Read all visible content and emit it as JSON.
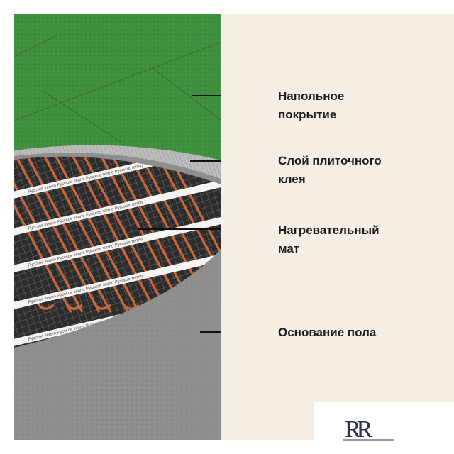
{
  "callouts": [
    {
      "id": "floor-covering",
      "lines": [
        "Напольное",
        "покрытие"
      ]
    },
    {
      "id": "tile-adhesive",
      "lines": [
        "Слой плиточного",
        "клея"
      ]
    },
    {
      "id": "heating-mat",
      "lines": [
        "Нагревательный",
        "мат"
      ]
    },
    {
      "id": "floor-base",
      "lines": [
        "Основание пола"
      ]
    }
  ],
  "tape_text": "Русское тепло",
  "logo": {
    "letters": "RR"
  },
  "colors": {
    "panel": "#f5eee4",
    "tile": "#3f8f3f",
    "adhesive": "#b9b9b9",
    "mesh": "#3a3a3a",
    "cable": "#c8663a",
    "concrete": "#8e8e8e",
    "leader": "#111111",
    "text": "#1d1d1d"
  }
}
